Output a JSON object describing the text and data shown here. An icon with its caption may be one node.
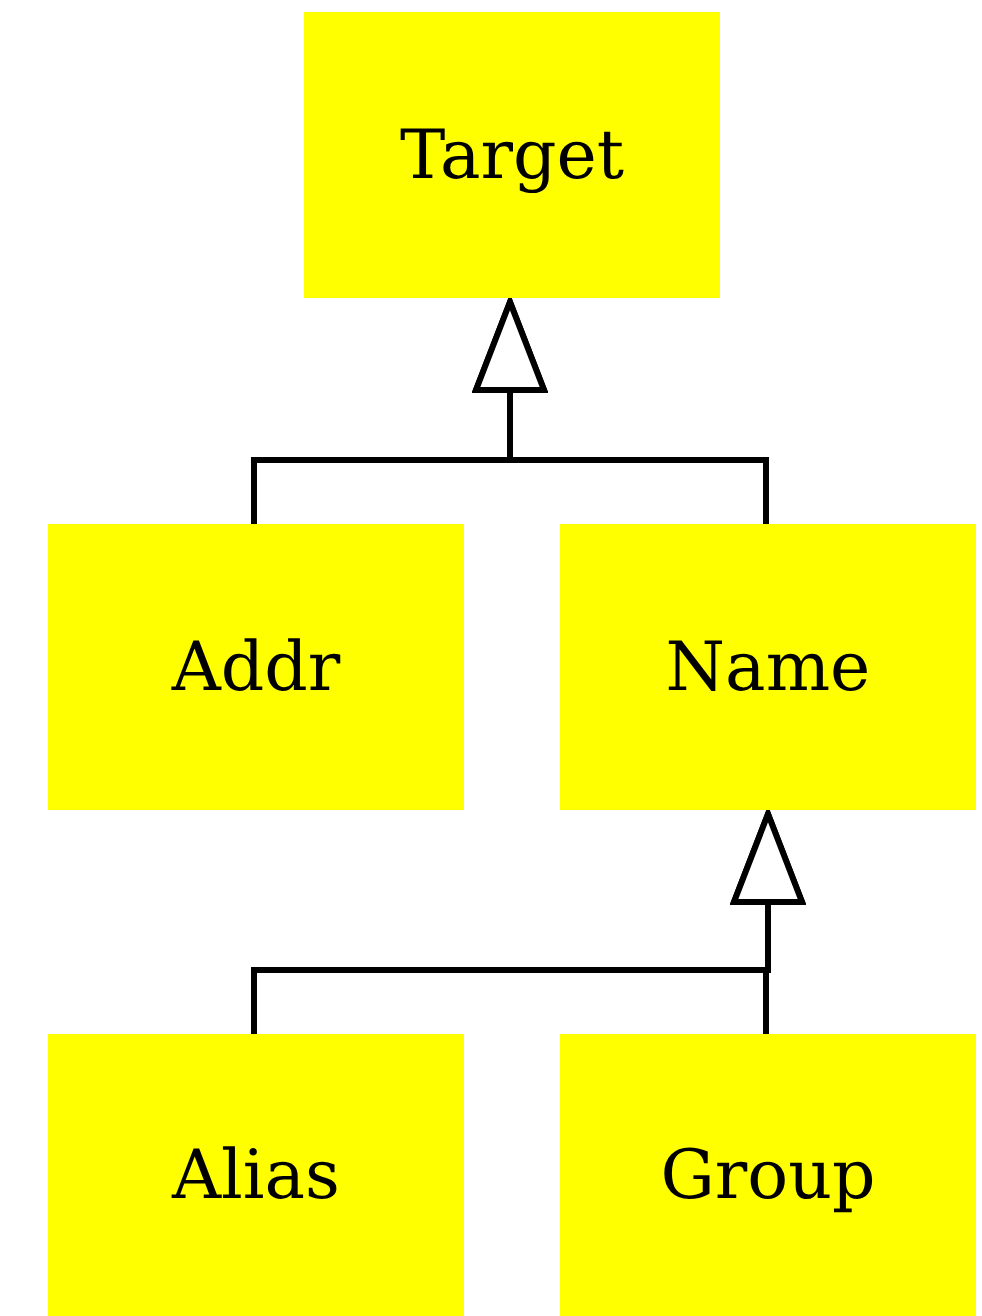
{
  "diagram": {
    "nodes": [
      {
        "text": [
          "Target"
        ]
      },
      {
        "text": [
          "Addr"
        ]
      },
      {
        "text": [
          "Name"
        ]
      },
      {
        "text": [
          "Alias"
        ]
      },
      {
        "text": [
          "Group"
        ]
      }
    ],
    "edges": [
      {
        "from": 1,
        "to": 0,
        "arrow": "to"
      },
      {
        "from": 2,
        "to": 0,
        "arrow": "to"
      },
      {
        "from": 3,
        "to": 2,
        "arrow": "to"
      },
      {
        "from": 4,
        "to": 2,
        "arrow": "to"
      }
    ]
  }
}
